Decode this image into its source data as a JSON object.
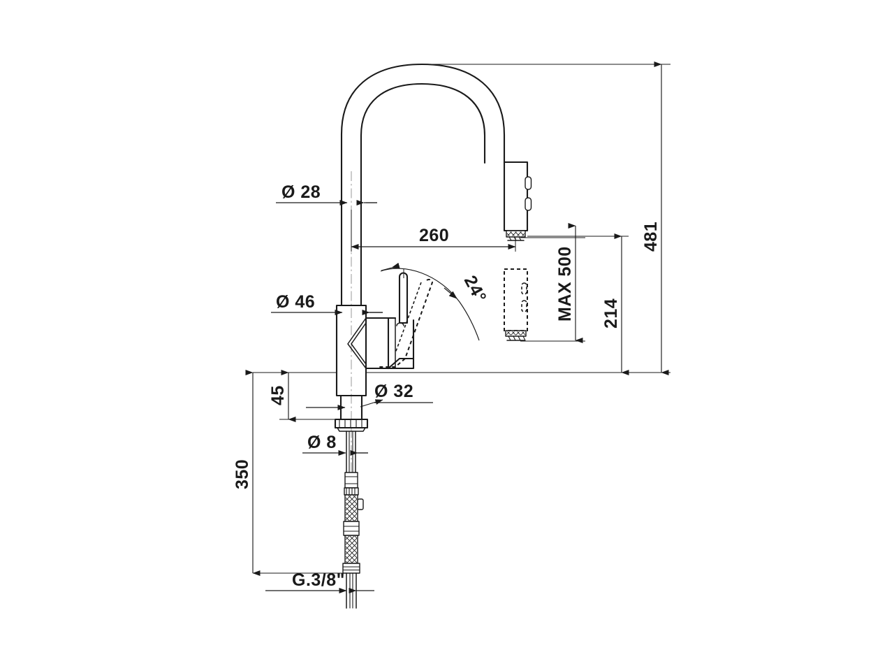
{
  "drawing": {
    "kind": "technical-dimension-drawing",
    "subject": "pull-down kitchen mixer faucet",
    "view": "side elevation",
    "units": "mm",
    "background_color": "#ffffff",
    "line_color": "#1a1a1a",
    "centerline_color": "#9a9a9a"
  },
  "dimensions": {
    "spout_tube_diameter": "Ø 28",
    "body_diameter": "Ø 46",
    "shank_diameter": "Ø 32",
    "hose_diameter": "Ø 8",
    "reach": "260",
    "handle_swing_angle": "24°",
    "pull_down_reach_max": "MAX 500",
    "spout_height": "214",
    "overall_height": "481",
    "base_to_counter": "45",
    "hose_length": "350",
    "hose_thread": "G.3/8\""
  },
  "labels": [
    {
      "id": "dia-28",
      "text": "Ø 28",
      "orientation": "horizontal"
    },
    {
      "id": "reach-260",
      "text": "260",
      "orientation": "horizontal"
    },
    {
      "id": "dia-46",
      "text": "Ø 46",
      "orientation": "horizontal"
    },
    {
      "id": "angle-24",
      "text": "24°",
      "orientation": "rotated"
    },
    {
      "id": "max-500",
      "text": "MAX 500",
      "orientation": "vertical"
    },
    {
      "id": "height-214",
      "text": "214",
      "orientation": "vertical"
    },
    {
      "id": "height-481",
      "text": "481",
      "orientation": "vertical"
    },
    {
      "id": "base-45",
      "text": "45",
      "orientation": "vertical"
    },
    {
      "id": "dia-32",
      "text": "Ø 32",
      "orientation": "horizontal"
    },
    {
      "id": "dia-8",
      "text": "Ø 8",
      "orientation": "horizontal"
    },
    {
      "id": "hose-350",
      "text": "350",
      "orientation": "vertical"
    },
    {
      "id": "thread-g38",
      "text": "G.3/8\"",
      "orientation": "horizontal"
    }
  ],
  "components": [
    {
      "id": "gooseneck-arch",
      "label": "gooseneck spout arch"
    },
    {
      "id": "spray-head",
      "label": "pull-down spray head"
    },
    {
      "id": "spray-head-ghost",
      "label": "spray head docked (hidden outline)"
    },
    {
      "id": "lever-handle",
      "label": "single lever handle"
    },
    {
      "id": "lever-handle-ghost",
      "label": "lever handle open position (hidden outline)"
    },
    {
      "id": "valve-body",
      "label": "valve body cylinder"
    },
    {
      "id": "mounting-shank",
      "label": "mounting shank"
    },
    {
      "id": "mounting-nut",
      "label": "mounting nut"
    },
    {
      "id": "flexible-hose",
      "label": "flexible supply hose"
    },
    {
      "id": "hose-connector",
      "label": "hose threaded connector"
    }
  ]
}
